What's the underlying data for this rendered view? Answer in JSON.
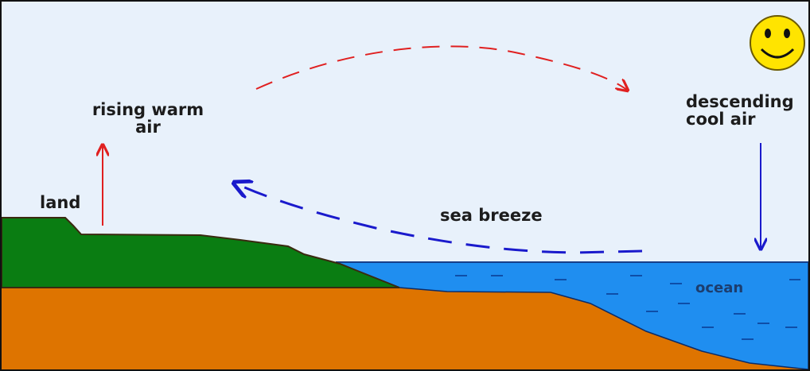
{
  "labels": {
    "rising_line1": "rising warm",
    "rising_line2": "air",
    "land": "land",
    "sea_breeze": "sea breeze",
    "descending_line1": "descending",
    "descending_line2": "cool air",
    "ocean": "ocean"
  },
  "icons": {
    "sun": "smiley-sun-icon"
  },
  "colors": {
    "sky": "#e8f1fb",
    "land_grass": "#0a7d12",
    "soil": "#de7400",
    "ocean": "#1f8ef0",
    "warm_arrow": "#e02020",
    "cool_arrow": "#1a1acc",
    "sun": "#ffe400"
  }
}
